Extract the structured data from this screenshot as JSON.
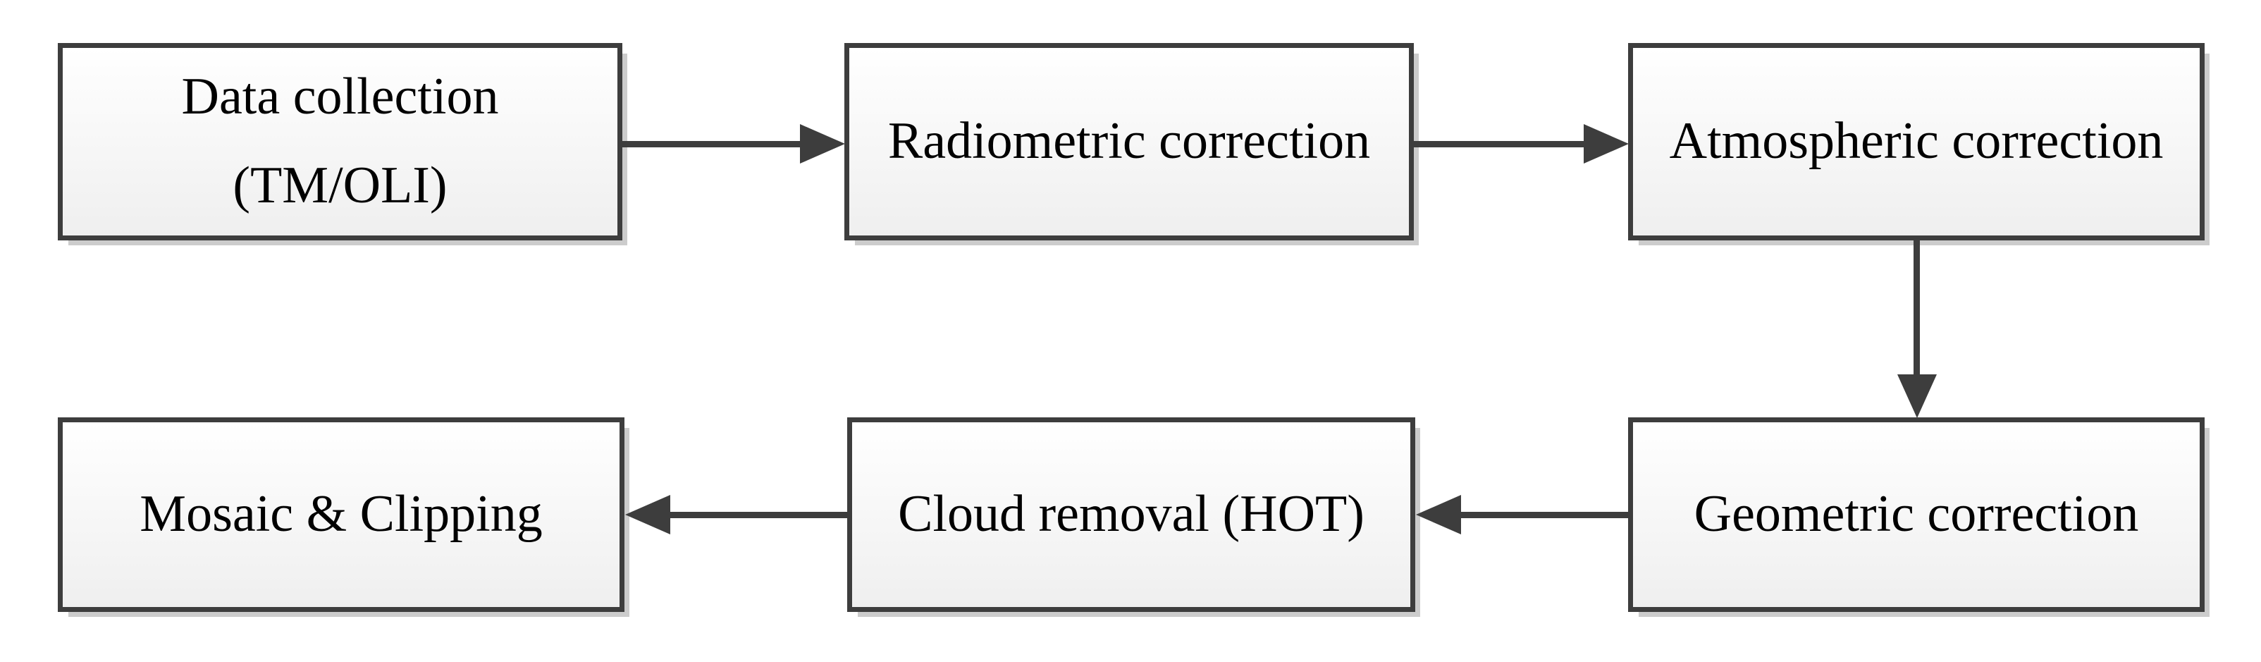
{
  "flowchart": {
    "nodes": [
      {
        "label": "Data collection\n(TM/OLI)"
      },
      {
        "label": "Radiometric correction"
      },
      {
        "label": "Atmospheric correction"
      },
      {
        "label": "Geometric correction"
      },
      {
        "label": "Cloud removal (HOT)"
      },
      {
        "label": "Mosaic & Clipping"
      }
    ],
    "edges": [
      {
        "from": "Data collection (TM/OLI)",
        "to": "Radiometric correction",
        "direction": "right"
      },
      {
        "from": "Radiometric correction",
        "to": "Atmospheric correction",
        "direction": "right"
      },
      {
        "from": "Atmospheric correction",
        "to": "Geometric correction",
        "direction": "down"
      },
      {
        "from": "Geometric correction",
        "to": "Cloud removal (HOT)",
        "direction": "left"
      },
      {
        "from": "Cloud removal (HOT)",
        "to": "Mosaic & Clipping",
        "direction": "left"
      }
    ],
    "colors": {
      "background": "#ffffff",
      "node_border": "#3d3d3d",
      "arrow": "#3d3d3d",
      "node_fill_top": "#ffffff",
      "node_fill_bottom": "#efefef",
      "shadow": "#cccccc",
      "text": "#000000"
    }
  }
}
